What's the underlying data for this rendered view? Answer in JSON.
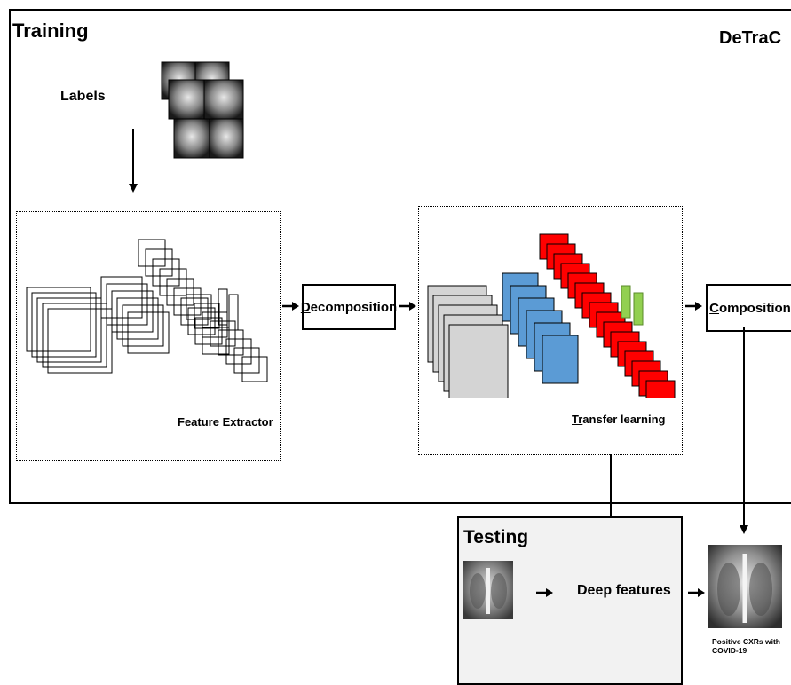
{
  "training": {
    "title": "Training",
    "brand": "DeTraC",
    "labels_text": "Labels"
  },
  "feature_extractor": {
    "label": "Feature Extractor"
  },
  "decomposition": {
    "label": "Decomposition",
    "underlined_letter": "D",
    "rest": "ecomposition"
  },
  "transfer_learning": {
    "label": "Transfer learning",
    "underlined_letter": "Tr",
    "rest": "ansfer learning"
  },
  "composition": {
    "label": "Composition",
    "underlined_letter": "C",
    "rest": "omposition"
  },
  "testing": {
    "title": "Testing",
    "deep_features": "Deep features"
  },
  "result": {
    "caption_line1": "Positive CXRs with",
    "caption_line2": "COVID-19"
  },
  "colors": {
    "gray_layer": "#d4d4d4",
    "blue_layer": "#5b9bd5",
    "red_layer": "#ff0000",
    "green_layer": "#92d050"
  }
}
